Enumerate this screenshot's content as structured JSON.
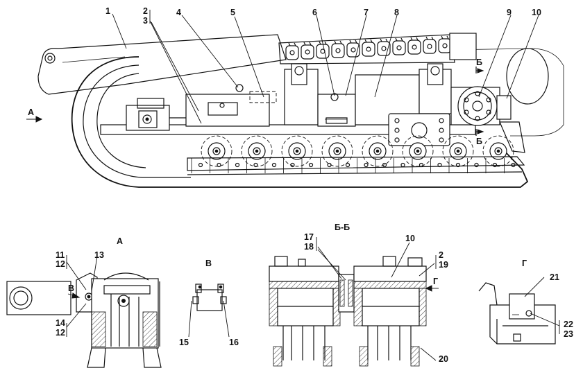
{
  "callouts": {
    "c1": "1",
    "c2": "2",
    "c3": "3",
    "c4": "4",
    "c5": "5",
    "c6": "6",
    "c7": "7",
    "c8": "8",
    "c9": "9",
    "c10": "10",
    "c11": "11",
    "c12a": "12",
    "c13": "13",
    "c14": "14",
    "c12b": "12",
    "c15": "15",
    "c16": "16",
    "c17": "17",
    "c18": "18",
    "c10b": "10",
    "c2b": "2",
    "c19": "19",
    "c20": "20",
    "c21": "21",
    "c22": "22",
    "c23": "23"
  },
  "views": {
    "a_arrow": "А",
    "a_title": "А",
    "b_marker_top": "Б",
    "b_marker_bottom": "Б",
    "bb_title": "Б-Б",
    "v_title": "В",
    "v_arrow": "В",
    "g_title": "Г",
    "g_arrow": "Г"
  }
}
